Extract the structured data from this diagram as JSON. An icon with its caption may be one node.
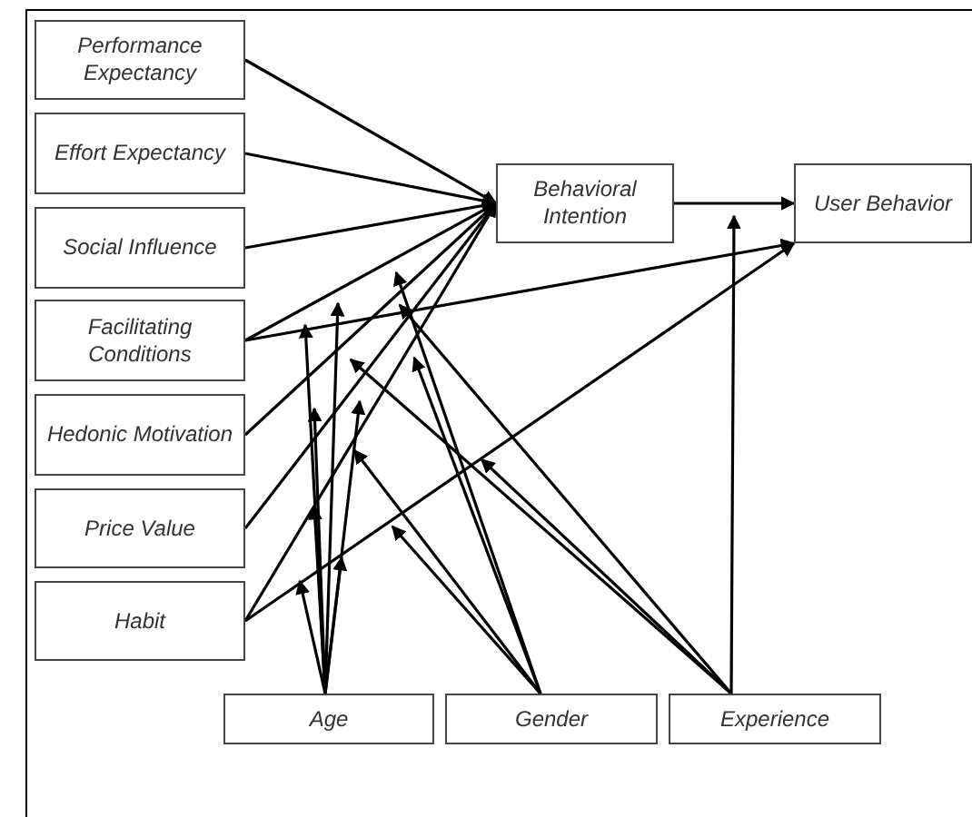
{
  "diagram": {
    "nodes": [
      {
        "text": [
          "Performance Expectancy"
        ]
      },
      {
        "text": [
          "Effort Expectancy"
        ]
      },
      {
        "text": [
          "Social Influence"
        ]
      },
      {
        "text": [
          "Facilitating Conditions"
        ]
      },
      {
        "text": [
          "Hedonic Motivation"
        ]
      },
      {
        "text": [
          "Price Value"
        ]
      },
      {
        "text": [
          "Habit"
        ]
      },
      {
        "text": [
          "Behavioral Intention"
        ]
      },
      {
        "text": [
          "User Behavior"
        ]
      },
      {
        "text": [
          "Age"
        ]
      },
      {
        "text": [
          "Gender"
        ]
      },
      {
        "text": [
          "Experience"
        ]
      }
    ],
    "edges": [
      {
        "from": 0,
        "to": 7,
        "arrow": "to"
      },
      {
        "from": 1,
        "to": 7,
        "arrow": "to"
      },
      {
        "from": 2,
        "to": 7,
        "arrow": "to"
      },
      {
        "from": 3,
        "to": 7,
        "arrow": "to"
      },
      {
        "from": 4,
        "to": 7,
        "arrow": "to"
      },
      {
        "from": 5,
        "to": 7,
        "arrow": "to"
      },
      {
        "from": 6,
        "to": 7,
        "arrow": "to"
      },
      {
        "from": 3,
        "to": 8,
        "arrow": "to"
      },
      {
        "from": 6,
        "to": 8,
        "arrow": "to"
      },
      {
        "from": 7,
        "to": 8,
        "arrow": "to"
      },
      {
        "from": 9,
        "to": null,
        "arrow": "to"
      },
      {
        "from": 9,
        "to": null,
        "arrow": "to"
      },
      {
        "from": 9,
        "to": null,
        "arrow": "to"
      },
      {
        "from": 9,
        "to": null,
        "arrow": "to"
      },
      {
        "from": 9,
        "to": null,
        "arrow": "to"
      },
      {
        "from": 9,
        "to": null,
        "arrow": "to"
      },
      {
        "from": 9,
        "to": null,
        "arrow": "to"
      },
      {
        "from": 10,
        "to": null,
        "arrow": "to"
      },
      {
        "from": 10,
        "to": null,
        "arrow": "to"
      },
      {
        "from": 10,
        "to": null,
        "arrow": "to"
      },
      {
        "from": 10,
        "to": null,
        "arrow": "to"
      },
      {
        "from": 11,
        "to": null,
        "arrow": "to"
      },
      {
        "from": 11,
        "to": null,
        "arrow": "to"
      },
      {
        "from": 11,
        "to": null,
        "arrow": "to"
      },
      {
        "from": 11,
        "to": null,
        "arrow": "to"
      }
    ]
  }
}
